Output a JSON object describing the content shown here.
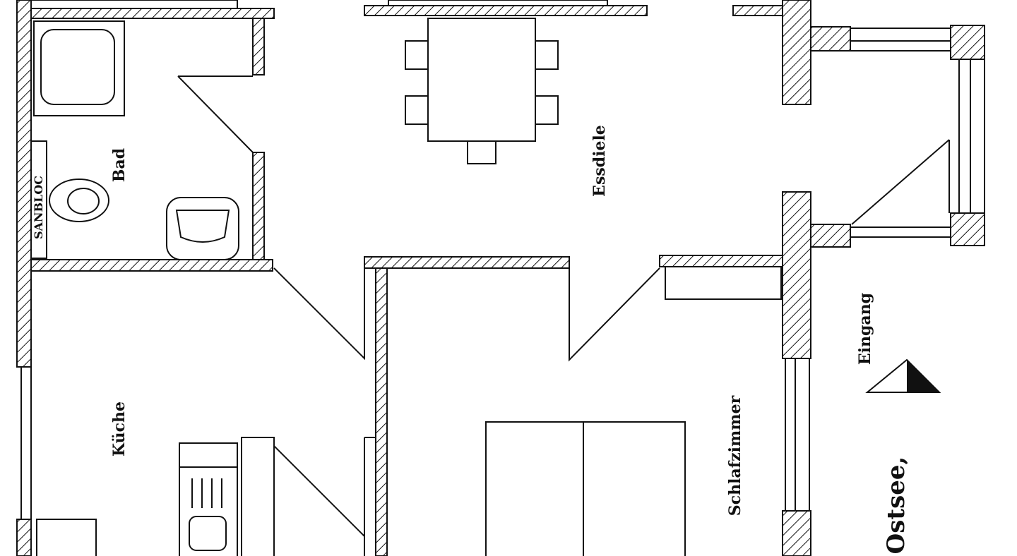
{
  "rooms": {
    "bad": "Bad",
    "essdiele": "Essdiele",
    "kueche": "Küche",
    "schlafzimmer": "Schlafzimmer",
    "eingang": "Eingang",
    "ostsee": "Ostsee,"
  },
  "fixtures": {
    "sanbloc": "SANBLOC"
  },
  "colors": {
    "line": "#111111",
    "background": "#ffffff"
  }
}
